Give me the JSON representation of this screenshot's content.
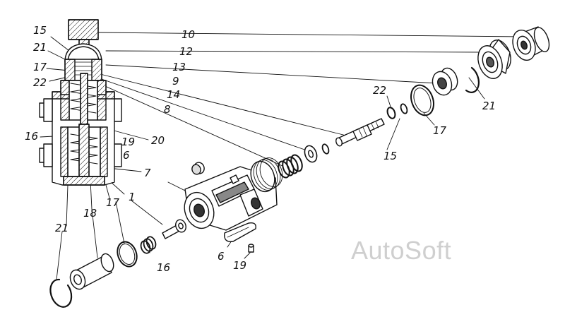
{
  "watermark": "AutoSoft",
  "labels": {
    "l10": "10",
    "l12": "12",
    "l13": "13",
    "l9": "9",
    "l14": "14",
    "l8": "8",
    "l15_top": "15",
    "l21_top": "21",
    "l17_top": "17",
    "l22_top": "22",
    "l16_left": "16",
    "l19_top": "19",
    "l20": "20",
    "l6_body": "6",
    "l7": "7",
    "l1": "1",
    "l17_mid": "17",
    "l18": "18",
    "l21_bottom": "21",
    "l16_bottom": "16",
    "l6_bottom": "6",
    "l19_bottom": "19",
    "l22_right": "22",
    "l15_right": "15",
    "l17_right": "17",
    "l21_right": "21"
  },
  "colors": {
    "line": "#111111",
    "fill": "#ffffff",
    "shade": "#8a8a8a",
    "watermark": "#cfcfcf"
  }
}
